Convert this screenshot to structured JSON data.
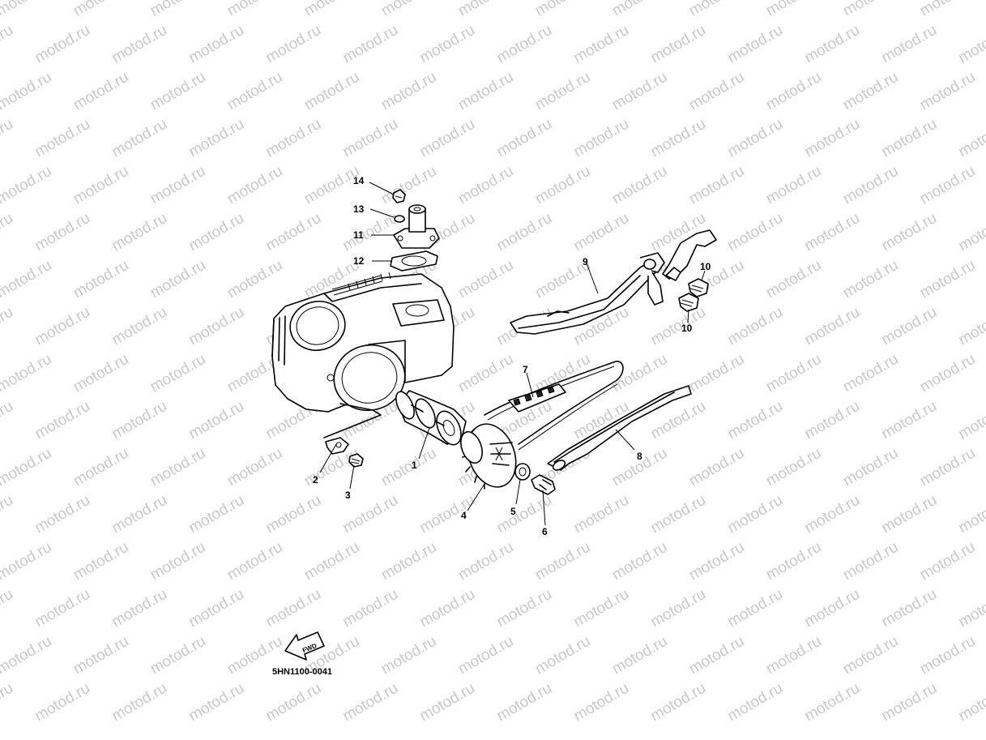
{
  "watermark": {
    "text": "motod.ru",
    "color": "#c9c9c9"
  },
  "callouts": [
    {
      "id": "c1",
      "label": "1"
    },
    {
      "id": "c2",
      "label": "2"
    },
    {
      "id": "c3",
      "label": "3"
    },
    {
      "id": "c4",
      "label": "4"
    },
    {
      "id": "c5",
      "label": "5"
    },
    {
      "id": "c6",
      "label": "6"
    },
    {
      "id": "c7",
      "label": "7"
    },
    {
      "id": "c8",
      "label": "8"
    },
    {
      "id": "c9",
      "label": "9"
    },
    {
      "id": "c10a",
      "label": "10"
    },
    {
      "id": "c10b",
      "label": "10"
    },
    {
      "id": "c11",
      "label": "11"
    },
    {
      "id": "c12",
      "label": "12"
    },
    {
      "id": "c13",
      "label": "13"
    },
    {
      "id": "c14",
      "label": "14"
    }
  ],
  "fwd_arrow": {
    "label": "FWD",
    "icon": "fwd-arrow-icon"
  },
  "diagram_code": "5HN1100-0041"
}
